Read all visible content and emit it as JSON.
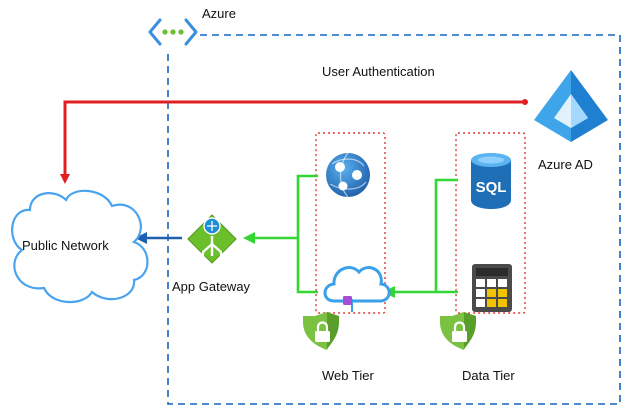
{
  "azure": {
    "label": "Azure"
  },
  "flows": {
    "auth_label": "User Authentication"
  },
  "nodes": {
    "public_network": "Public Network",
    "app_gateway": "App Gateway",
    "azure_ad": "Azure AD",
    "web_tier": "Web Tier",
    "data_tier": "Data Tier",
    "sql_text": "SQL"
  },
  "colors": {
    "azure_boundary": "#1565c0",
    "tier_boundary": "#e53935",
    "auth_flow": "#e02020",
    "internal_flow": "#33d633",
    "egress_flow": "#1f5fb0",
    "gateway": "#6abf2b",
    "shield": "#7cc242",
    "azure_blue": "#0078d4",
    "sql_blue": "#1e6fb6",
    "analytics_yellow": "#f2c400"
  },
  "icons": {
    "vnet": "virtual-network-icon",
    "cloud": "cloud-icon",
    "gateway": "app-gateway-icon",
    "azure_ad": "azure-ad-pyramid-icon",
    "web_app": "app-service-globe-icon",
    "web_cloud": "cloud-service-icon",
    "sql": "sql-database-icon",
    "analytics": "analytics-grid-icon",
    "shield": "security-shield-icon"
  }
}
